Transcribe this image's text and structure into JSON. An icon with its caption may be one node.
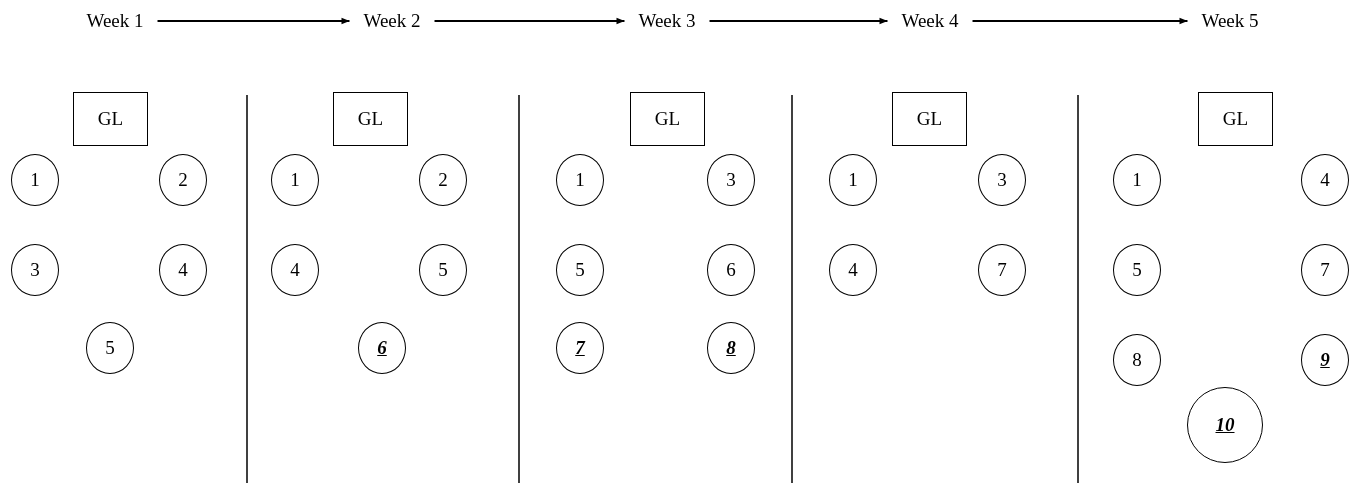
{
  "diagram": {
    "nodes": [
      {
        "text": [
          "Week 1"
        ]
      },
      {
        "text": [
          "Week 2"
        ]
      },
      {
        "text": [
          "Week 3"
        ]
      },
      {
        "text": [
          "Week 4"
        ]
      },
      {
        "text": [
          "Week 5"
        ]
      },
      {
        "text": [
          "GL"
        ]
      },
      {
        "text": [
          "1"
        ]
      },
      {
        "text": [
          "2"
        ]
      },
      {
        "text": [
          "3"
        ]
      },
      {
        "text": [
          "4"
        ]
      },
      {
        "text": [
          "5"
        ]
      },
      {
        "text": [
          "GL"
        ]
      },
      {
        "text": [
          "1"
        ]
      },
      {
        "text": [
          "2"
        ]
      },
      {
        "text": [
          "4"
        ]
      },
      {
        "text": [
          "5"
        ]
      },
      {
        "text": [
          "6"
        ]
      },
      {
        "text": [
          "GL"
        ]
      },
      {
        "text": [
          "1"
        ]
      },
      {
        "text": [
          "3"
        ]
      },
      {
        "text": [
          "5"
        ]
      },
      {
        "text": [
          "6"
        ]
      },
      {
        "text": [
          "7"
        ]
      },
      {
        "text": [
          "8"
        ]
      },
      {
        "text": [
          "GL"
        ]
      },
      {
        "text": [
          "1"
        ]
      },
      {
        "text": [
          "3"
        ]
      },
      {
        "text": [
          "4"
        ]
      },
      {
        "text": [
          "7"
        ]
      },
      {
        "text": [
          "GL"
        ]
      },
      {
        "text": [
          "1"
        ]
      },
      {
        "text": [
          "4"
        ]
      },
      {
        "text": [
          "5"
        ]
      },
      {
        "text": [
          "7"
        ]
      },
      {
        "text": [
          "8"
        ]
      },
      {
        "text": [
          "9"
        ]
      },
      {
        "text": [
          "10"
        ]
      }
    ],
    "edges": [
      {
        "from": 0,
        "to": 1,
        "arrow": "to"
      },
      {
        "from": 1,
        "to": 2,
        "arrow": "to"
      },
      {
        "from": 2,
        "to": 3,
        "arrow": "to"
      },
      {
        "from": 3,
        "to": 4,
        "arrow": "to"
      }
    ]
  }
}
